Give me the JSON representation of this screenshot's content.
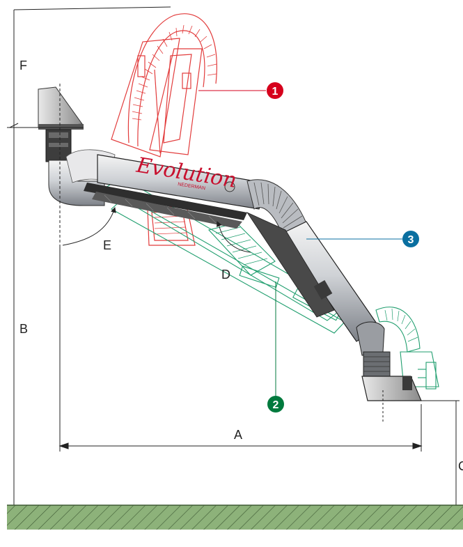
{
  "diagram": {
    "dimensions": {
      "A": "A",
      "B": "B",
      "C": "C",
      "D": "D",
      "E": "E",
      "F": "F"
    },
    "callouts": [
      {
        "number": "1",
        "color": "#d6001c"
      },
      {
        "number": "2",
        "color": "#007a3d"
      },
      {
        "number": "3",
        "color": "#0a6fa0"
      }
    ],
    "brand": "Evolution",
    "brand_sub": "NEDERMAN",
    "colors": {
      "position_raised": "#e23b3b",
      "position_lowered": "#1f9e6e",
      "ground": "#7fa66f",
      "dimension_line": "#222222"
    }
  }
}
